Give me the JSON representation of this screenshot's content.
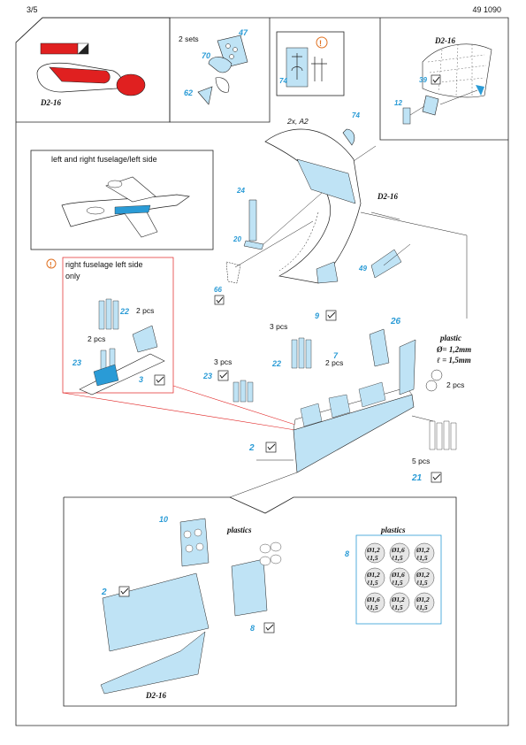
{
  "header": {
    "page": "3/5",
    "product_code": "49 1090"
  },
  "panels": {
    "color_ref": {
      "label": "D2-16"
    },
    "sets": {
      "label": "2 sets",
      "parts": [
        "47",
        "70",
        "62"
      ]
    },
    "warn": {
      "part": "74"
    },
    "nose": {
      "label": "D2-16",
      "parts": [
        "39",
        "12"
      ]
    },
    "fuselage": {
      "label": "left and right fuselage/left side"
    },
    "cockpit": {
      "label": "D2-16",
      "note": "2x, A2",
      "parts": [
        "74",
        "24",
        "20",
        "66",
        "49"
      ]
    },
    "red_box": {
      "note": "right fuselage left side",
      "note2": "only",
      "count_a": "2 pcs",
      "count_b": "2 pcs",
      "parts": [
        "22",
        "23",
        "3"
      ]
    },
    "side": {
      "count_3a": "3 pcs",
      "count_3b": "3 pcs",
      "count_2": "2 pcs",
      "count_2b": "2 pcs",
      "count_5": "5 pcs",
      "parts": [
        "9",
        "26",
        "22",
        "7",
        "23",
        "2",
        "21"
      ],
      "plastic_label": "plastic",
      "plastic_d": "Ø= 1,2mm",
      "plastic_l": "ℓ = 1,5mm"
    },
    "bottom": {
      "parts": [
        "10",
        "2",
        "8"
      ],
      "plastics_label": "plastics",
      "label": "D2-16"
    },
    "plastics_ref": {
      "label": "plastics",
      "part": "8",
      "items": [
        {
          "d": "Ø1,2",
          "l": "ℓ1,5"
        },
        {
          "d": "Ø1,6",
          "l": "ℓ1,5"
        },
        {
          "d": "Ø1,2",
          "l": "ℓ1,5"
        },
        {
          "d": "Ø1,2",
          "l": "ℓ1,5"
        },
        {
          "d": "Ø1,6",
          "l": "ℓ1,5"
        },
        {
          "d": "Ø1,2",
          "l": "ℓ1,5"
        },
        {
          "d": "Ø1,6",
          "l": "ℓ1,5"
        },
        {
          "d": "Ø1,2",
          "l": "ℓ1,5"
        },
        {
          "d": "Ø1,2",
          "l": "ℓ1,5"
        }
      ]
    }
  },
  "colors": {
    "accent": "#2a9bd6",
    "red": "#e02020",
    "part_fill": "#bfe3f5"
  }
}
